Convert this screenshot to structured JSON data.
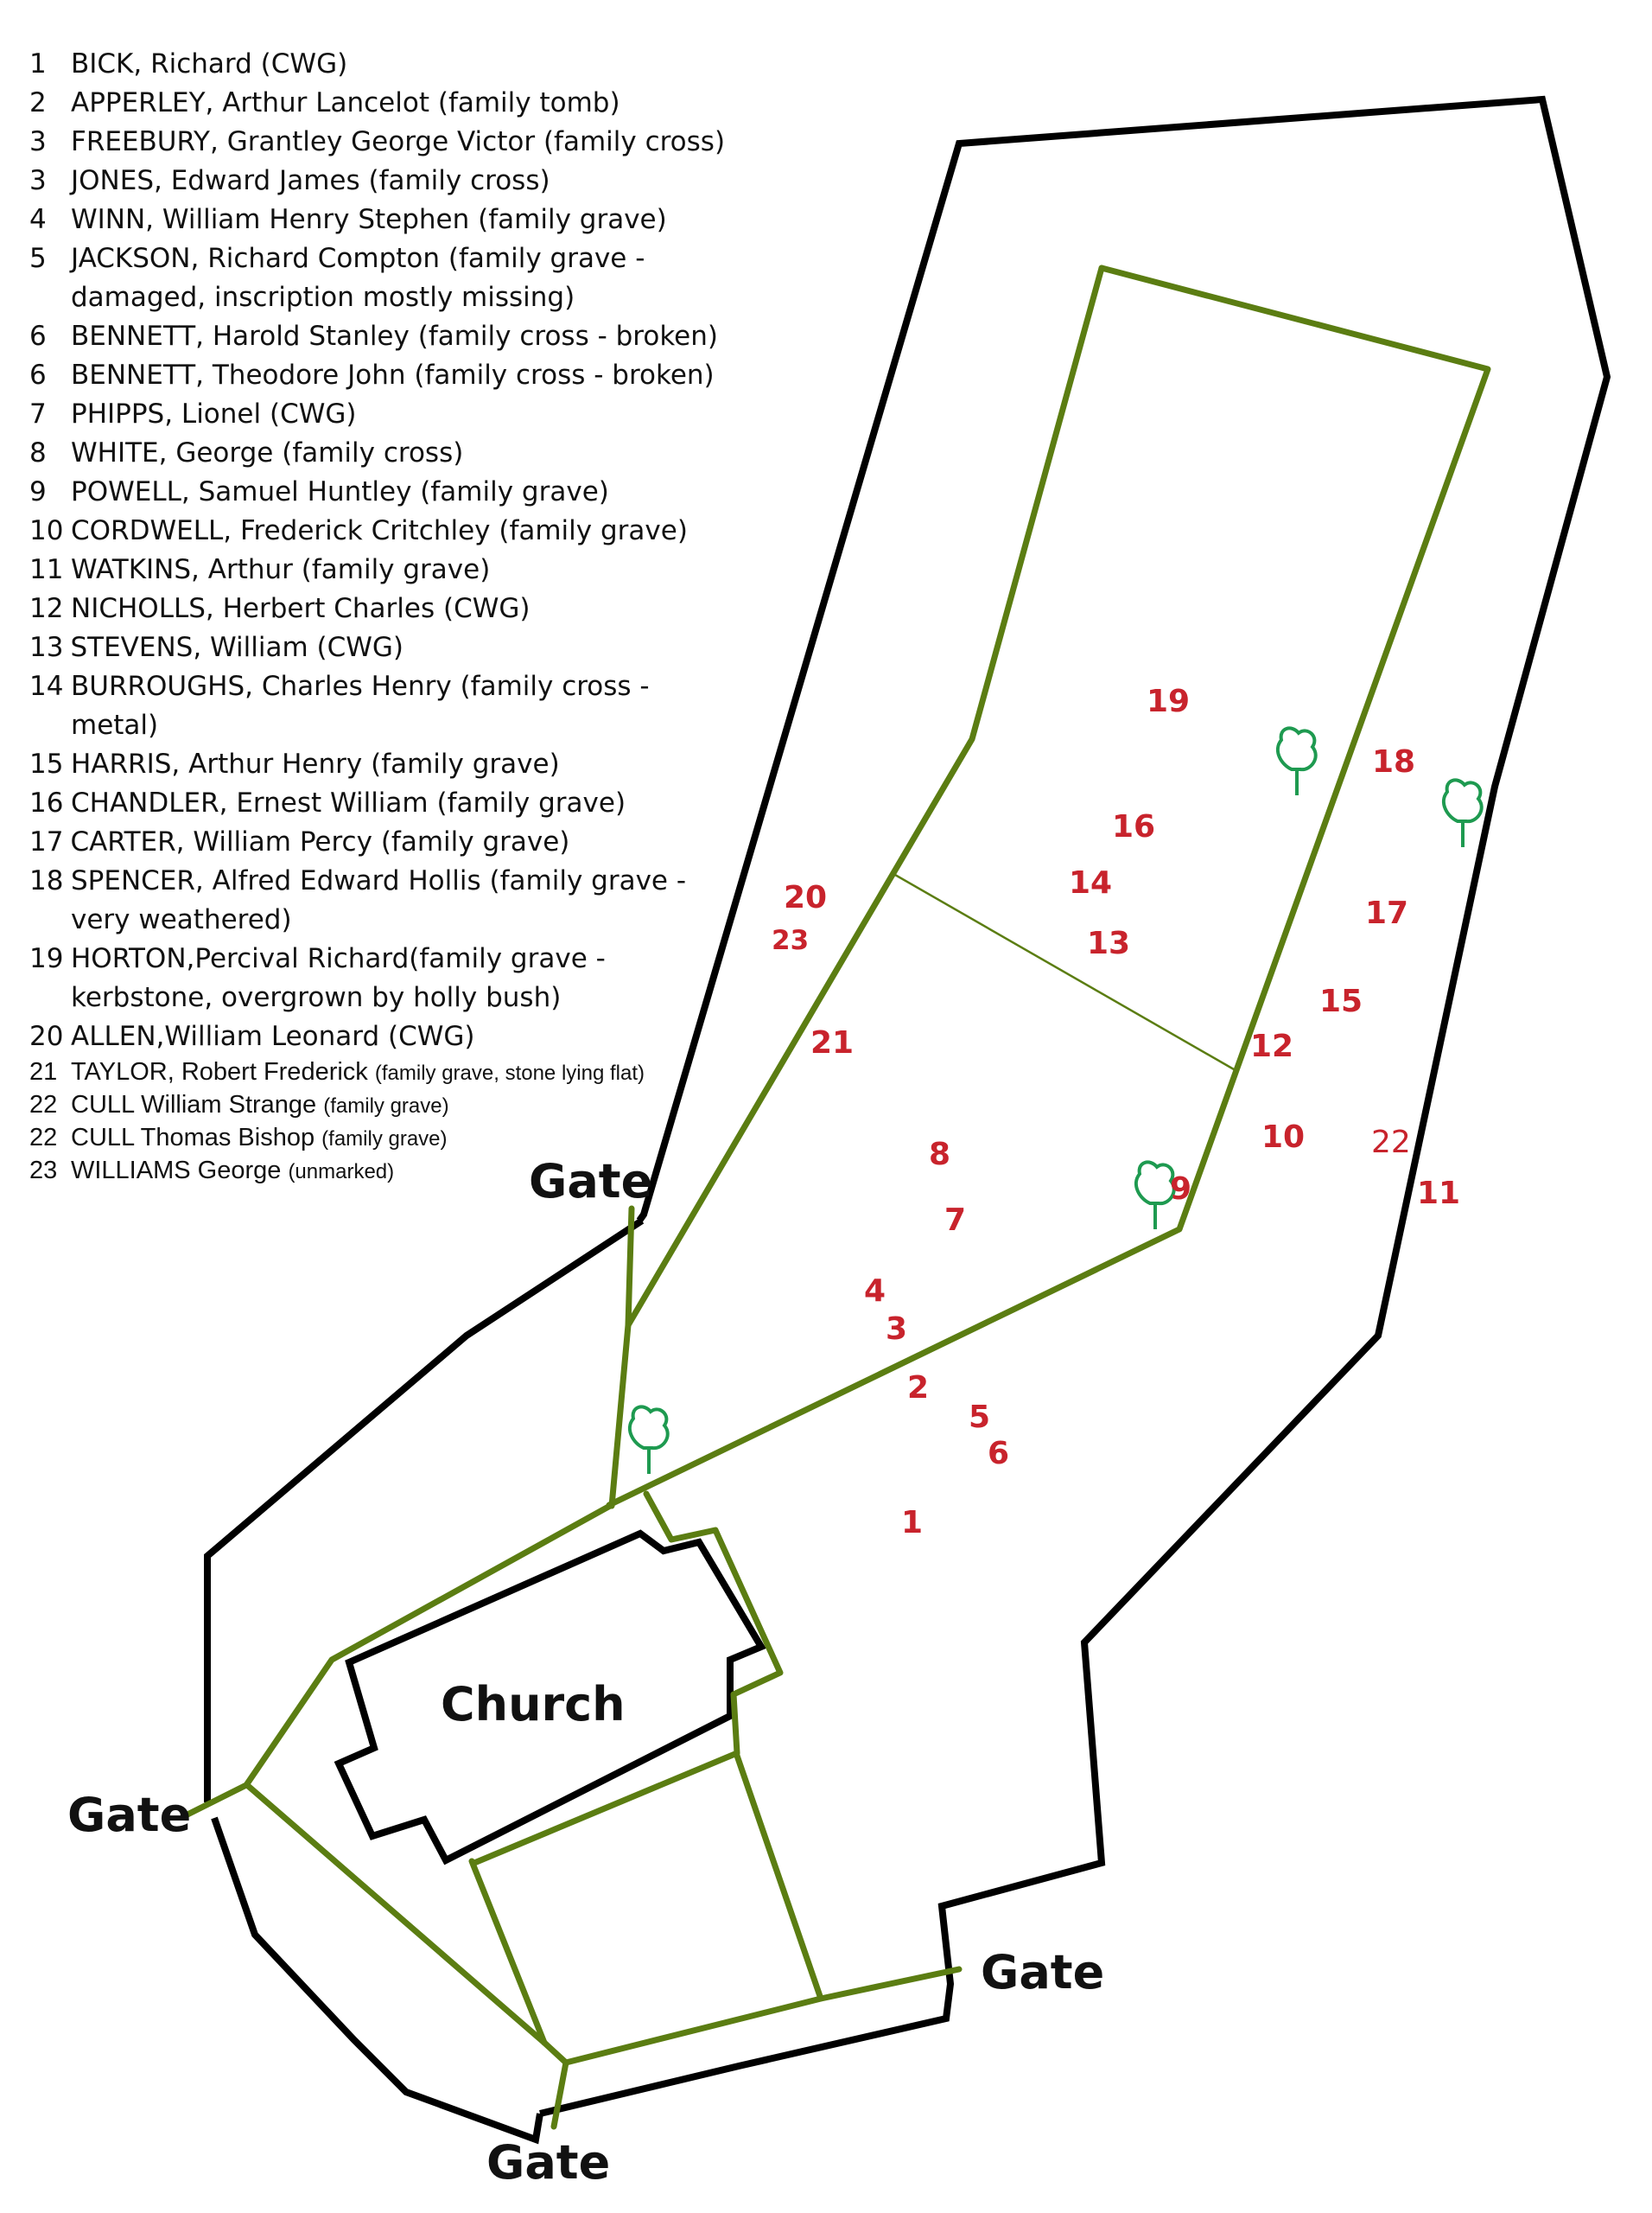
{
  "legend": [
    {
      "number": "1",
      "name": "BICK, Richard",
      "note": "(CWG)"
    },
    {
      "number": "2",
      "name": "APPERLEY, Arthur Lancelot",
      "note": "(family tomb)"
    },
    {
      "number": "3",
      "name": "FREEBURY, Grantley George Victor",
      "note": "(family cross)"
    },
    {
      "number": "3",
      "name": "JONES, Edward James",
      "note": "(family cross)"
    },
    {
      "number": "4",
      "name": "WINN, William Henry Stephen",
      "note": "(family grave)"
    },
    {
      "number": "5",
      "name": "JACKSON, Richard Compton",
      "note": "(family grave - damaged, inscription mostly missing)"
    },
    {
      "number": "6",
      "name": "BENNETT, Harold Stanley",
      "note": "(family cross - broken)"
    },
    {
      "number": "6",
      "name": "BENNETT, Theodore John",
      "note": "(family cross - broken)"
    },
    {
      "number": "7",
      "name": "PHIPPS, Lionel",
      "note": "(CWG)"
    },
    {
      "number": "8",
      "name": "WHITE, George",
      "note": "(family cross)"
    },
    {
      "number": "9",
      "name": "POWELL, Samuel Huntley",
      "note": "(family grave)"
    },
    {
      "number": "10",
      "name": "CORDWELL, Frederick Critchley",
      "note": "(family grave)"
    },
    {
      "number": "11",
      "name": "WATKINS, Arthur",
      "note": "(family grave)"
    },
    {
      "number": "12",
      "name": "NICHOLLS, Herbert Charles",
      "note": "(CWG)"
    },
    {
      "number": "13",
      "name": "STEVENS, William",
      "note": "(CWG)"
    },
    {
      "number": "14",
      "name": "BURROUGHS, Charles Henry",
      "note": "(family cross - metal)"
    },
    {
      "number": "15",
      "name": "HARRIS, Arthur Henry",
      "note": "(family grave)"
    },
    {
      "number": "16",
      "name": "CHANDLER, Ernest William",
      "note": "(family grave)"
    },
    {
      "number": "17",
      "name": "CARTER, William Percy",
      "note": "(family grave)"
    },
    {
      "number": "18",
      "name": "SPENCER, Alfred Edward Hollis",
      "note": "(family grave - very   weathered)"
    },
    {
      "number": "19",
      "name": "HORTON,Percival Richard",
      "note": "(family grave - kerbstone, overgrown by holly bush)"
    },
    {
      "number": "20",
      "name": "ALLEN,William Leonard",
      "note": "(CWG)"
    },
    {
      "number": "21",
      "name": "TAYLOR, Robert Frederick",
      "note": "(family grave, stone lying flat)"
    },
    {
      "number": "22",
      "name": "CULL William Strange",
      "note": "(family grave)"
    },
    {
      "number": "22",
      "name": "CULL Thomas Bishop",
      "note": "(family grave)"
    },
    {
      "number": "23",
      "name": "WILLIAMS George",
      "note": "(unmarked)"
    }
  ],
  "gate_label": "Gate",
  "church_label": "Church",
  "grave_markers": [
    "1",
    "2",
    "3",
    "4",
    "5",
    "6",
    "7",
    "8",
    "9",
    "10",
    "11",
    "12",
    "13",
    "14",
    "15",
    "16",
    "17",
    "18",
    "19",
    "20",
    "21",
    "22",
    "23"
  ],
  "colors": {
    "boundary": "#000000",
    "path": "#5b7d12",
    "marker": "#c8232c",
    "tree": "#1e9a50",
    "text": "#111111"
  },
  "icons": [
    "tree-icon"
  ]
}
